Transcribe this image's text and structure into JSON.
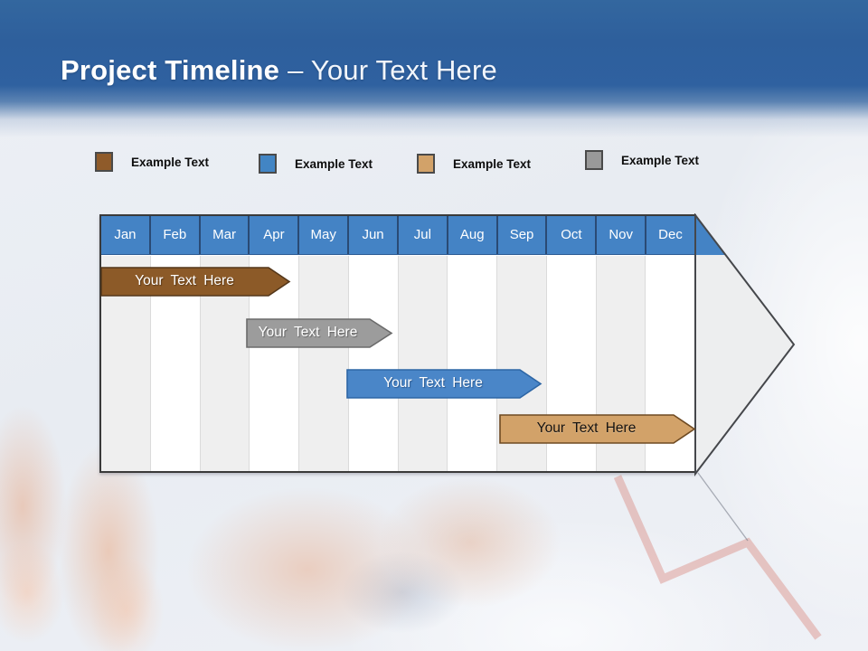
{
  "header": {
    "title_primary": "Project Timeline",
    "title_secondary": "– Your Text Here"
  },
  "legend": {
    "items": [
      {
        "label": "Example Text",
        "color": "#8F5B2A"
      },
      {
        "label": "Example Text",
        "color": "#4285C4"
      },
      {
        "label": "Example Text",
        "color": "#D2A269"
      },
      {
        "label": "Example Text",
        "color": "#999999"
      }
    ]
  },
  "timeline": {
    "months": [
      "Jan",
      "Feb",
      "Mar",
      "Apr",
      "May",
      "Jun",
      "Jul",
      "Aug",
      "Sep",
      "Oct",
      "Nov",
      "Dec"
    ],
    "header_color": "#4483C5",
    "bars": [
      {
        "label": "Your Text Here",
        "color": "#8C5A28",
        "border_color": "#54371A",
        "text_color": "#FFFFFF",
        "start": "Jan",
        "end": "Apr"
      },
      {
        "label": "Your Text Here",
        "color": "#9C9C9C",
        "border_color": "#6B6B6B",
        "text_color": "#FFFFFF",
        "start": "Apr",
        "end": "Jun"
      },
      {
        "label": "Your Text Here",
        "color": "#4A86C8",
        "border_color": "#2D66A5",
        "text_color": "#FFFFFF",
        "start": "Jun",
        "end": "Oct"
      },
      {
        "label": "Your Text Here",
        "color": "#D2A269",
        "border_color": "#6E4A22",
        "text_color": "#161310",
        "start": "Sep",
        "end": "Dec"
      }
    ]
  },
  "chart_data": {
    "type": "gantt",
    "title": "Project Timeline – Your Text Here",
    "categories": [
      "Jan",
      "Feb",
      "Mar",
      "Apr",
      "May",
      "Jun",
      "Jul",
      "Aug",
      "Sep",
      "Oct",
      "Nov",
      "Dec"
    ],
    "xlim_months": [
      0,
      12
    ],
    "grid": "vertical-column-stripes",
    "legend_position": "top",
    "series": [
      {
        "name": "Your Text Here",
        "start_month": 0.0,
        "end_month": 3.9,
        "color": "#8C5A28"
      },
      {
        "name": "Your Text Here",
        "start_month": 2.9,
        "end_month": 5.9,
        "color": "#9C9C9C"
      },
      {
        "name": "Your Text Here",
        "start_month": 5.0,
        "end_month": 8.9,
        "color": "#4A86C8"
      },
      {
        "name": "Your Text Here",
        "start_month": 8.0,
        "end_month": 12.0,
        "color": "#D2A269"
      }
    ]
  }
}
